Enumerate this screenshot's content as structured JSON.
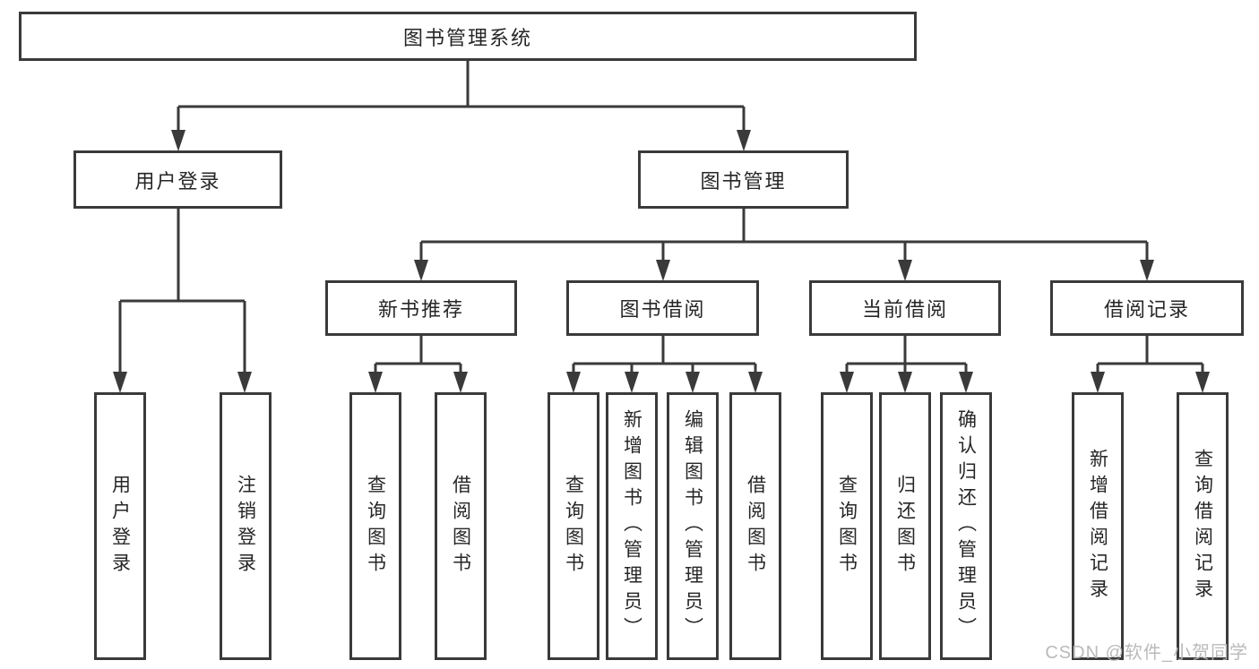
{
  "tree": {
    "root": {
      "label": "图书管理系统"
    },
    "branches": [
      {
        "label": "用户登录",
        "children": [
          {
            "label": "用户登录"
          },
          {
            "label": "注销登录"
          }
        ]
      },
      {
        "label": "图书管理",
        "children": [
          {
            "label": "新书推荐",
            "children": [
              {
                "label": "查询图书"
              },
              {
                "label": "借阅图书"
              }
            ]
          },
          {
            "label": "图书借阅",
            "children": [
              {
                "label": "查询图书"
              },
              {
                "label": "新增图书（管理员）"
              },
              {
                "label": "编辑图书（管理员）"
              },
              {
                "label": "借阅图书"
              }
            ]
          },
          {
            "label": "当前借阅",
            "children": [
              {
                "label": "查询图书"
              },
              {
                "label": "归还图书"
              },
              {
                "label": "确认归还（管理员）"
              }
            ]
          },
          {
            "label": "借阅记录",
            "children": [
              {
                "label": "新增借阅记录"
              },
              {
                "label": "查询借阅记录"
              }
            ]
          }
        ]
      }
    ]
  },
  "watermark": {
    "text": "CSDN @软件_小贺同学"
  },
  "colors": {
    "ink": "#3a3a3a",
    "text": "#262626",
    "watermark": "#b5b5b5",
    "background": "#ffffff"
  }
}
